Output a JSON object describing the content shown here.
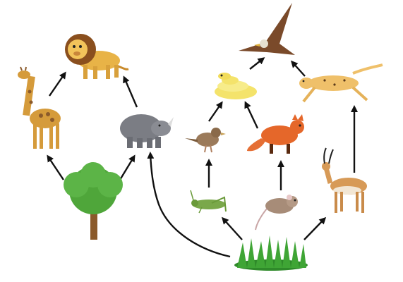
{
  "diagram": {
    "type": "food-web",
    "colors": {
      "arrow": "#111111",
      "lion": "#e8b347",
      "giraffe": "#d59b3b",
      "rhino": "#7b7d84",
      "tree_leaf": "#4fa63a",
      "tree_trunk": "#8b5a2b",
      "eagle": "#7a4a2a",
      "snake": "#f4e36b",
      "cheetah": "#efc06a",
      "sparrow": "#9b7a5a",
      "fox": "#e5672a",
      "grasshopper": "#7aa84a",
      "mouse": "#a78c78",
      "antelope": "#d79a57",
      "grass": "#3fa535"
    },
    "organisms": [
      {
        "id": "lion",
        "icon": "lion-icon"
      },
      {
        "id": "giraffe",
        "icon": "giraffe-icon"
      },
      {
        "id": "rhino",
        "icon": "rhino-icon"
      },
      {
        "id": "tree",
        "icon": "tree-icon"
      },
      {
        "id": "eagle",
        "icon": "eagle-icon"
      },
      {
        "id": "snake",
        "icon": "snake-icon"
      },
      {
        "id": "cheetah",
        "icon": "cheetah-icon"
      },
      {
        "id": "sparrow",
        "icon": "sparrow-icon"
      },
      {
        "id": "fox",
        "icon": "fox-icon"
      },
      {
        "id": "grasshopper",
        "icon": "grasshopper-icon"
      },
      {
        "id": "mouse",
        "icon": "mouse-icon"
      },
      {
        "id": "antelope",
        "icon": "antelope-icon"
      },
      {
        "id": "grass",
        "icon": "grass-icon"
      }
    ],
    "links": [
      {
        "from": "tree",
        "to": "giraffe"
      },
      {
        "from": "tree",
        "to": "rhino"
      },
      {
        "from": "giraffe",
        "to": "lion"
      },
      {
        "from": "rhino",
        "to": "lion"
      },
      {
        "from": "grass",
        "to": "rhino"
      },
      {
        "from": "grass",
        "to": "grasshopper"
      },
      {
        "from": "grass",
        "to": "antelope"
      },
      {
        "from": "grasshopper",
        "to": "sparrow"
      },
      {
        "from": "mouse",
        "to": "fox"
      },
      {
        "from": "sparrow",
        "to": "snake"
      },
      {
        "from": "fox",
        "to": "snake"
      },
      {
        "from": "snake",
        "to": "eagle"
      },
      {
        "from": "cheetah",
        "to": "eagle"
      },
      {
        "from": "antelope",
        "to": "cheetah"
      }
    ]
  }
}
